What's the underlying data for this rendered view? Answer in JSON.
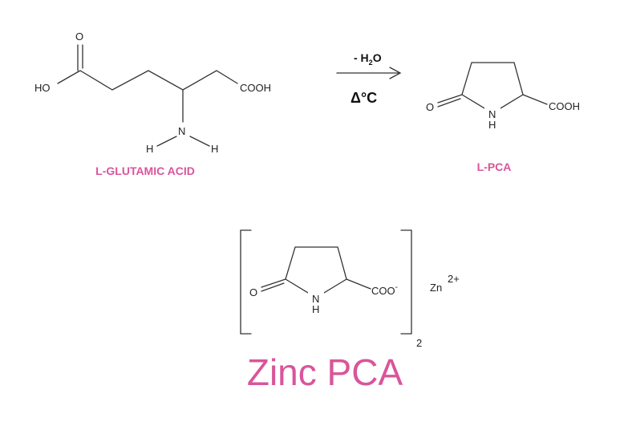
{
  "colors": {
    "label": "#d9559b",
    "bond": "#333333",
    "text": "#222222"
  },
  "glutamic": {
    "name": "L-GLUTAMIC ACID",
    "o_top": "O",
    "ho": "HO",
    "cooh": "COOH",
    "n": "N",
    "h_left": "H",
    "h_right": "H"
  },
  "reaction": {
    "minus": "- H",
    "sub2": "2",
    "o": "O",
    "heat": "Δ°C"
  },
  "pca": {
    "name": "L-PCA",
    "o": "O",
    "n": "N",
    "h": "H",
    "cooh": "COOH"
  },
  "zinc": {
    "o": "O",
    "n": "N",
    "h": "H",
    "coo": "COO",
    "minus": "-",
    "zn": "Zn",
    "charge": "2+",
    "subscript": "2",
    "title": "Zinc PCA"
  }
}
